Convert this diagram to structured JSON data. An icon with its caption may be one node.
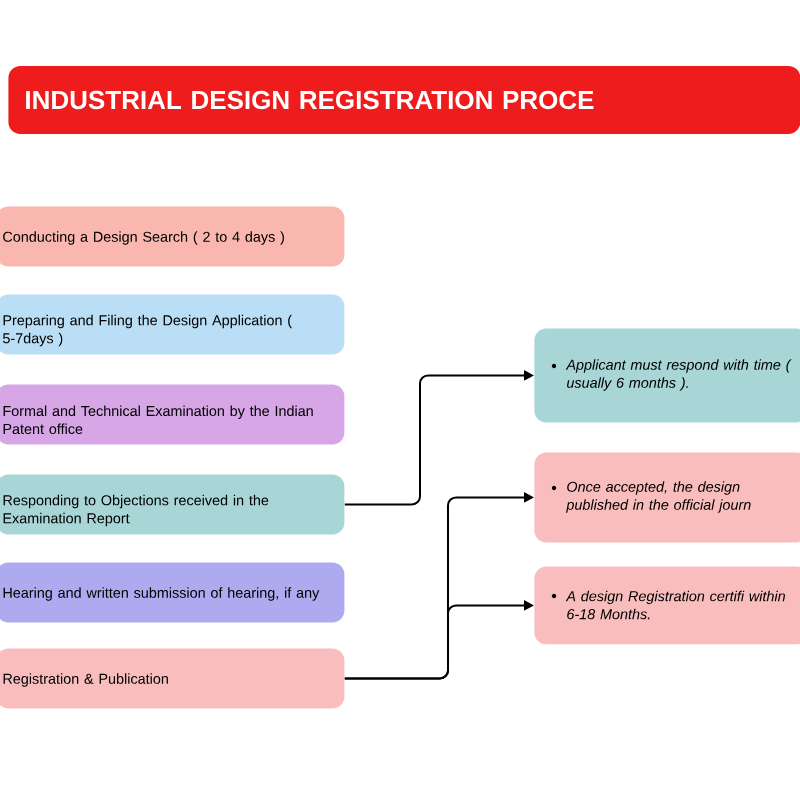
{
  "diagram": {
    "title": "INDUSTRIAL DESIGN REGISTRATION PROCE",
    "nodes": [
      {
        "text": [
          "Conducting a Design Search ( 2 to 4 days )"
        ]
      },
      {
        "text": [
          "Preparing and Filing the Design Application ( 5-7days )"
        ]
      },
      {
        "text": [
          "Formal and Technical Examination by the Indian Patent office"
        ]
      },
      {
        "text": [
          "Responding to Objections received in the Examination Report"
        ]
      },
      {
        "text": [
          "Hearing and written submission of hearing, if any"
        ]
      },
      {
        "text": [
          "Registration & Publication"
        ]
      },
      {
        "text": [
          "Applicant must respond with time ( usually 6 months )."
        ]
      },
      {
        "text": [
          "Once accepted, the design published in the official journ"
        ]
      },
      {
        "text": [
          "A design Registration certifi within 6-18 Months."
        ]
      }
    ],
    "edges": [
      {
        "from": 3,
        "to": 6,
        "arrow": "to"
      },
      {
        "from": 5,
        "to": 7,
        "arrow": "to"
      },
      {
        "from": 5,
        "to": 8,
        "arrow": "to"
      }
    ]
  }
}
